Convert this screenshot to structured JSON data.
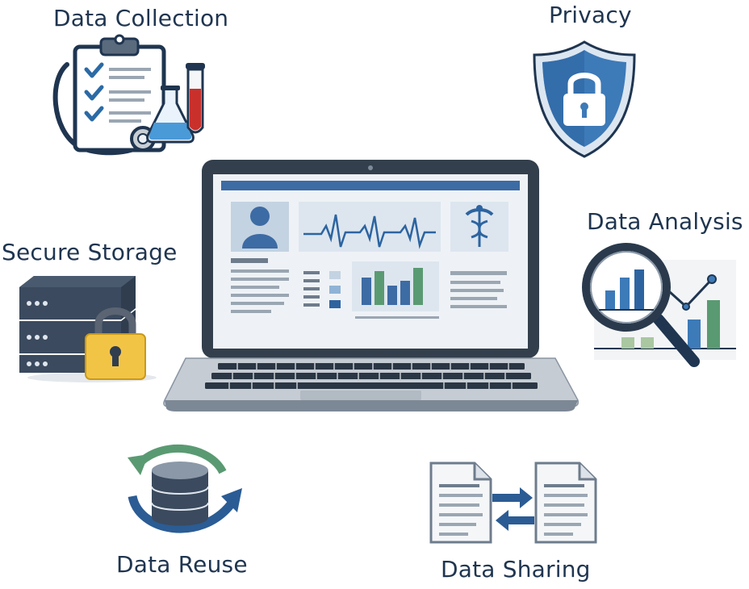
{
  "labels": {
    "data_collection": "Data Collection",
    "privacy": "Privacy",
    "data_analysis": "Data Analysis",
    "secure_storage": "Secure Storage",
    "data_reuse": "Data Reuse",
    "data_sharing": "Data Sharing"
  },
  "icons": {
    "collection": "clipboard-checklist-stethoscope-flask-icon",
    "privacy": "shield-lock-icon",
    "analysis": "magnifier-bar-chart-icon",
    "storage": "server-padlock-icon",
    "reuse": "database-cycle-icon",
    "sharing": "document-exchange-icon",
    "center": "laptop-health-dashboard-icon"
  },
  "colors": {
    "navy": "#1f3550",
    "blue": "#3d7ab8",
    "green": "#5a9a72",
    "red": "#c9302c",
    "gold": "#f0c040",
    "gray": "#6e7c8c"
  }
}
